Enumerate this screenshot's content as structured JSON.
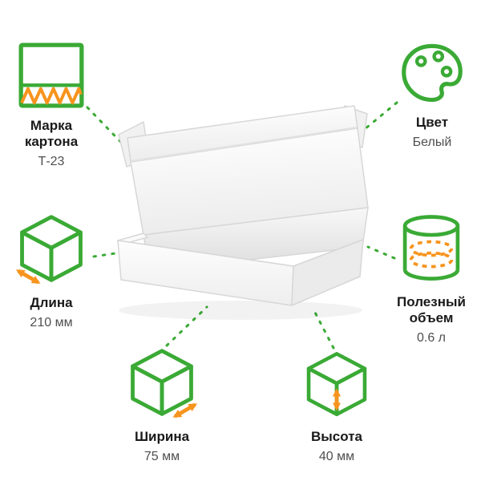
{
  "colors": {
    "accent_green": "#3AAA35",
    "accent_orange": "#F7941D",
    "background": "#FFFFFF"
  },
  "specs": [
    {
      "id": "cardboard-grade",
      "icon": "corrugated-cardboard-icon",
      "label": "Марка картона",
      "value": "Т-23"
    },
    {
      "id": "color",
      "icon": "palette-icon",
      "label": "Цвет",
      "value": "Белый"
    },
    {
      "id": "length",
      "icon": "cube-length-icon",
      "label": "Длина",
      "value": "210 мм"
    },
    {
      "id": "useful-volume",
      "icon": "cylinder-volume-icon",
      "label": "Полезный объем",
      "value": "0.6 л"
    },
    {
      "id": "width",
      "icon": "cube-width-icon",
      "label": "Ширина",
      "value": "75 мм"
    },
    {
      "id": "height",
      "icon": "cube-height-icon",
      "label": "Высота",
      "value": "40 мм"
    }
  ]
}
